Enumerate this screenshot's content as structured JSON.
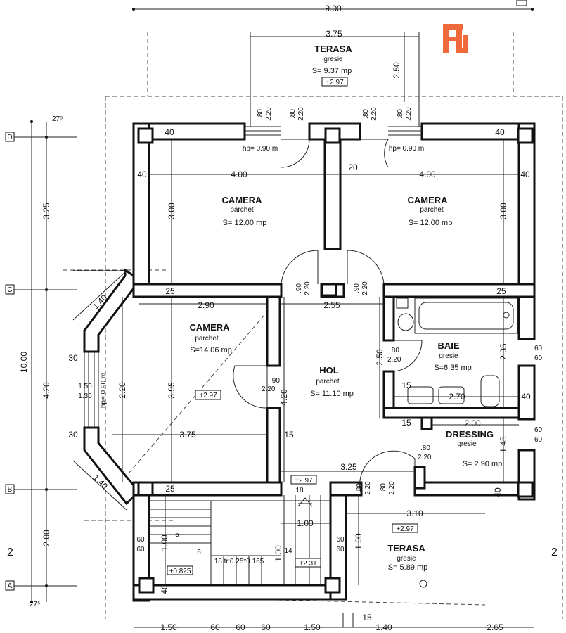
{
  "logo": {
    "text": "FF",
    "color": "#ef6a3a"
  },
  "rooms": {
    "terasa_top": {
      "name": "TERASA",
      "floor": "gresie",
      "area": "S= 9.37 mp",
      "level": "+2.97",
      "width": "3.75",
      "depth": "2.50"
    },
    "camera_left": {
      "name": "CAMERA",
      "floor": "parchet",
      "area": "S= 12.00 mp"
    },
    "camera_right": {
      "name": "CAMERA",
      "floor": "parchet",
      "area": "S= 12.00 mp"
    },
    "camera_bay": {
      "name": "CAMERA",
      "floor": "parchet",
      "area": "S=14.06 mp",
      "level": "+2.97"
    },
    "hol": {
      "name": "HOL",
      "floor": "parchet",
      "area": "S= 11.10 mp"
    },
    "baie": {
      "name": "BAIE",
      "floor": "gresie",
      "area": "S=6.35 mp"
    },
    "dressing": {
      "name": "DRESSING",
      "floor": "gresie",
      "area": "S= 2.90 mp"
    },
    "terasa_bottom": {
      "name": "TERASA",
      "floor": "gresie",
      "area": "S= 5.89 mp",
      "level": "+2.97"
    }
  },
  "dimensions": {
    "total_width": "9.00",
    "total_depth": "10.00",
    "axis_a_b": "2.00",
    "axis_b_c": "4.20",
    "axis_c_d": "3.25",
    "corner_top": "27⁵",
    "corner_bottom": "27⁵",
    "camera_width": "4.00",
    "camera_depth": "3.00",
    "wall_40": "40",
    "wall_25": "25",
    "wall_20": "20",
    "wall_15": "15",
    "wall_30": "30",
    "bay_width": "2.90",
    "bay_depth": "3.95",
    "bay_lower": "3.75",
    "bay_side": "1.40",
    "bay_height": "2.20",
    "bay_win_a": "1.50",
    "bay_win_b": "1.30",
    "hol_width": "2.55",
    "hol_depth": "4.20",
    "hol_lower": "3.25",
    "baie_width": "2.70",
    "baie_depth": "2.35",
    "baie_door": "2.50",
    "dressing_width": "2.00",
    "dressing_depth": "1.45",
    "terasa_b_width": "3.10",
    "terasa_b_depth": "1.90",
    "stair_w": "1.00",
    "stair_h": "1.00",
    "stair_label": "18 tr.0.25*0.165",
    "stair_tread_18": "18",
    "stair_tread_14": "14",
    "stair_tread_6": "6",
    "stair_tread_5": "5",
    "bottom_row": [
      "1.50",
      "60",
      "60",
      "60",
      "1.50",
      "15",
      "1.40",
      "2.65"
    ],
    "right_60": "60",
    "door_80": ".80",
    "door_90": ".90",
    "door_220": "2.20",
    "sill": "hp= 0.90 m",
    "sill_bay": "hp= 0.90 m",
    "level_stair": "+2.97",
    "level_0825": "+0.825",
    "level_231": "+2.31"
  },
  "axes": {
    "a": "A",
    "b": "B",
    "c": "C",
    "d": "D"
  },
  "section_marks": {
    "left": "2",
    "right": "2"
  }
}
